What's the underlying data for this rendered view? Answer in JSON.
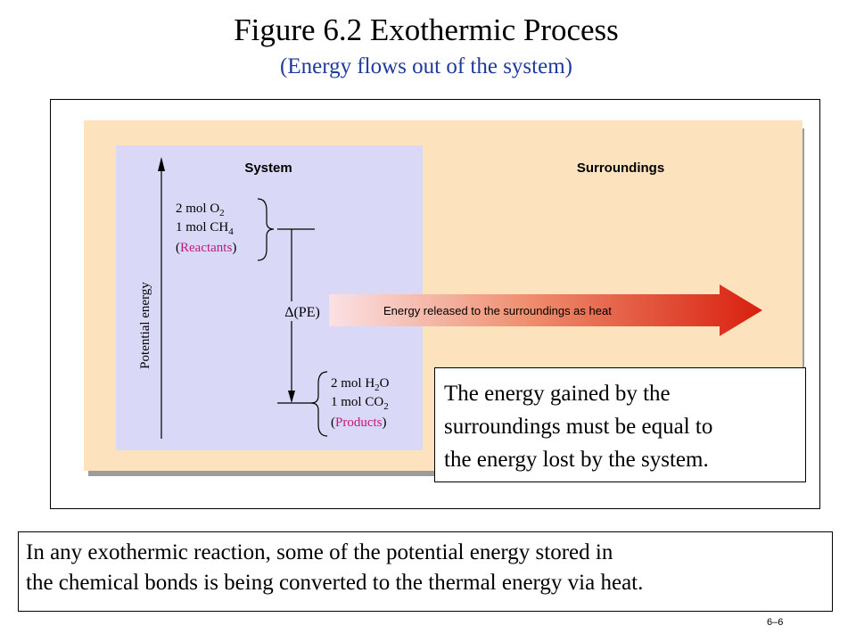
{
  "title": "Figure 6.2  Exothermic Process",
  "subtitle": "(Energy flows out of the system)",
  "diagram": {
    "system_label": "System",
    "surroundings_label": "Surroundings",
    "axis_label": "Potential energy",
    "reactants": {
      "line1": "2 mol O",
      "line1_sub": "2",
      "line2": "1 mol CH",
      "line2_sub": "4",
      "open": "(",
      "name": "Reactants",
      "close": ")"
    },
    "products": {
      "line1_a": "2 mol H",
      "line1_sub": "2",
      "line1_b": "O",
      "line2": "1 mol CO",
      "line2_sub": "2",
      "open": "(",
      "name": "Products",
      "close": ")"
    },
    "delta_label": "Δ(PE)",
    "arrow_label": "Energy released to the surroundings as heat"
  },
  "callout": {
    "line1": "The energy gained by the",
    "line2": "surroundings must be equal to",
    "line3": "the energy lost by the system."
  },
  "footer": {
    "line1": "In any exothermic reaction, some of the potential energy stored in",
    "line2": "the chemical bonds is being converted to the thermal energy via heat."
  },
  "page_number": "6–6",
  "colors": {
    "subtitle": "#1e3a9c",
    "surroundings_bg": "#fde3bd",
    "system_bg": "#d9d9f7",
    "label_magenta": "#c2187a",
    "arrow_end": "#d8200f"
  }
}
